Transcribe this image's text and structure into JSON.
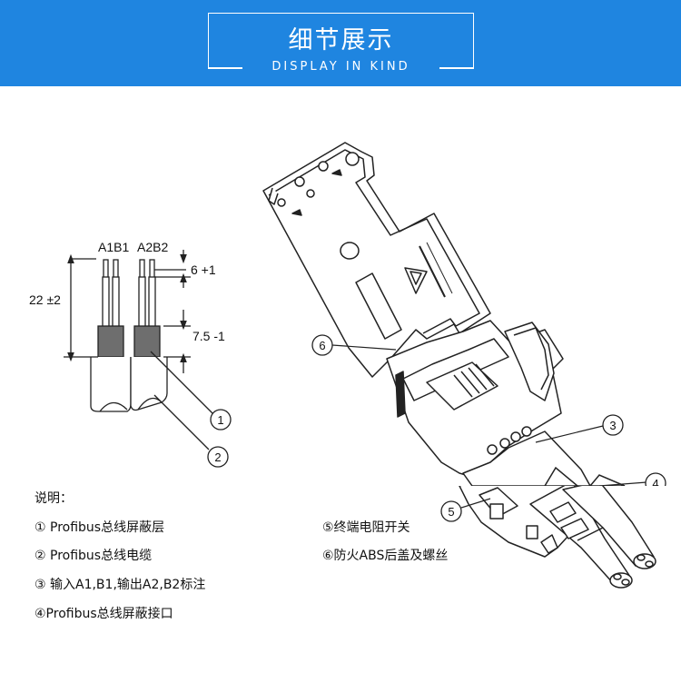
{
  "header": {
    "title_cn": "细节展示",
    "title_en": "DISPLAY IN KIND"
  },
  "wire_diagram": {
    "label_a1b1": "A1B1",
    "label_a2b2": "A2B2",
    "dim_strip": "6 +1",
    "dim_total": "22 ±2",
    "dim_shield": "7.5 -1",
    "callout_1": "1",
    "callout_2": "2"
  },
  "connector_diagram": {
    "callout_3": "3",
    "callout_4": "4",
    "callout_5": "5",
    "callout_6": "6"
  },
  "notes": {
    "title": "说明：",
    "items": [
      "① Profibus总线屏蔽层",
      "② Profibus总线电缆",
      "③ 输入A1,B1,输出A2,B2标注",
      "④Profibus总线屏蔽接口",
      "⑤终端电阻开关",
      "⑥防火ABS后盖及螺丝"
    ]
  },
  "colors": {
    "banner": "#1f85e0",
    "line": "#222222"
  }
}
